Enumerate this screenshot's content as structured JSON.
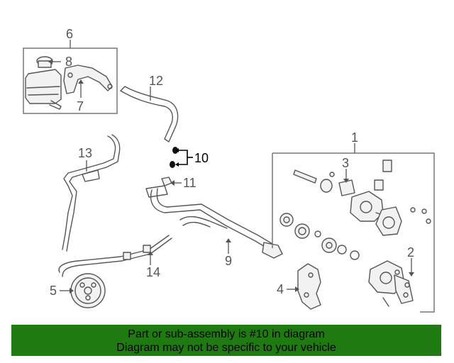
{
  "diagram": {
    "callouts": {
      "c1": "1",
      "c2": "2",
      "c3": "3",
      "c4": "4",
      "c5": "5",
      "c6": "6",
      "c7": "7",
      "c8": "8",
      "c9": "9",
      "c10": "10",
      "c11": "11",
      "c12": "12",
      "c13": "13",
      "c14": "14"
    },
    "highlighted_part": "10",
    "colors": {
      "line": "#555555",
      "highlight": "#000000",
      "banner": "#1f7a12"
    }
  },
  "banner": {
    "line1": "Part or sub-assembly is #10 in diagram",
    "line2": "Diagram may not be specific to your vehicle"
  }
}
